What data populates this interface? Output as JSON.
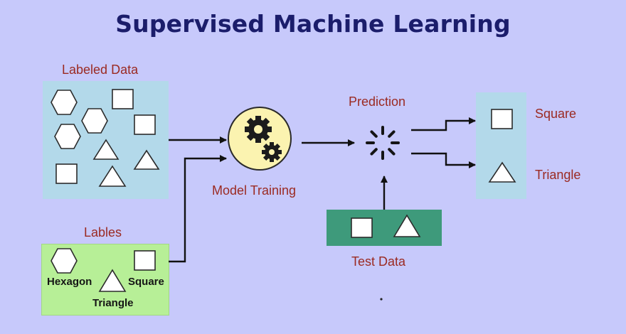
{
  "title": "Supervised Machine Learning",
  "captions": {
    "labeled_data": "Labeled Data",
    "labels": "Lables",
    "model_training": "Model Training",
    "prediction": "Prediction",
    "test_data": "Test Data"
  },
  "label_legend": {
    "hexagon": "Hexagon",
    "triangle": "Triangle",
    "square": "Square"
  },
  "outputs": {
    "square": "Square",
    "triangle": "Triangle"
  },
  "colors": {
    "background": "#c7c9fb",
    "title": "#1b1d6b",
    "caption": "#9b2a22",
    "labeled_panel": "#b3d9ea",
    "labels_panel": "#b7ef97",
    "test_panel": "#3e9a7b",
    "model_circle": "#fbf3b0"
  }
}
